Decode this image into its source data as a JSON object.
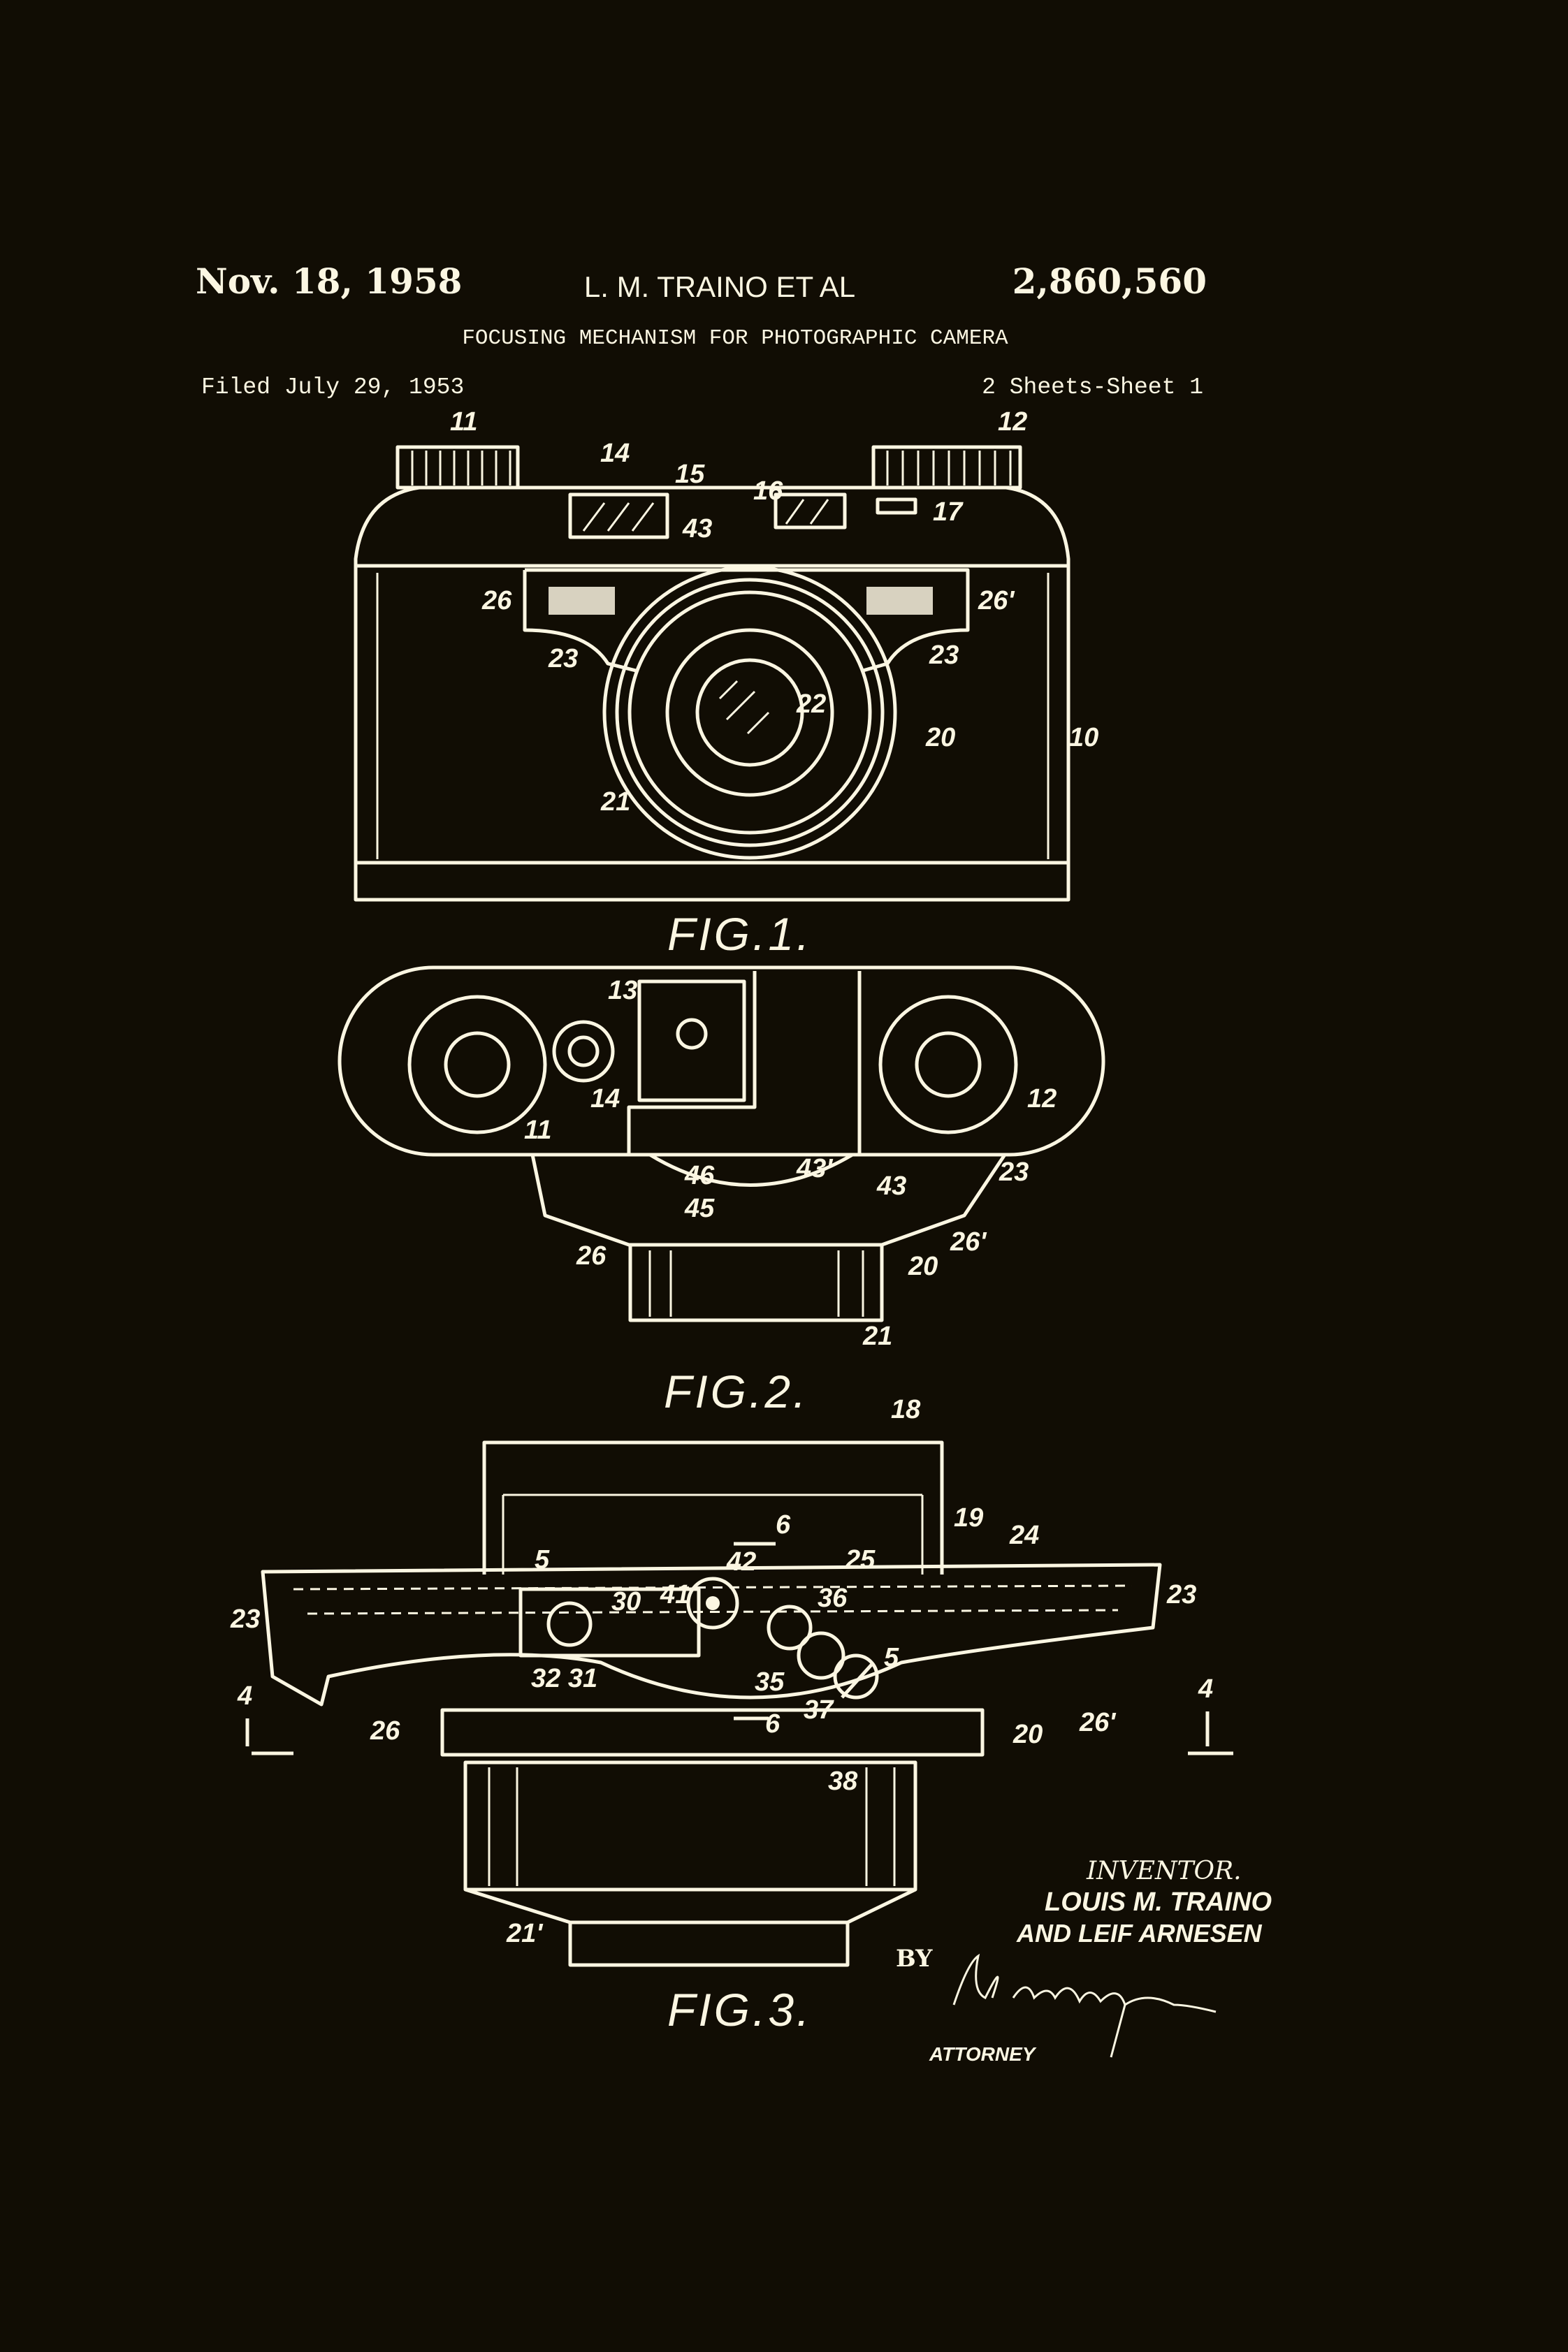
{
  "header": {
    "date": "Nov. 18, 1958",
    "inventor_short": "L. M. TRAINO  ET AL",
    "patent_number": "2,860,560",
    "title": "FOCUSING MECHANISM FOR PHOTOGRAPHIC CAMERA",
    "filed": "Filed July 29, 1953",
    "sheets": "2 Sheets-Sheet 1"
  },
  "figures": {
    "fig1": {
      "label": "FIG.1.",
      "numerals": [
        "11",
        "12",
        "14",
        "15",
        "16",
        "17",
        "43",
        "26",
        "26'",
        "23",
        "23",
        "22",
        "20",
        "10",
        "21"
      ]
    },
    "fig2": {
      "label": "FIG.2.",
      "numerals": [
        "13",
        "12",
        "11",
        "14",
        "46",
        "45",
        "43'",
        "43",
        "23",
        "26",
        "26'",
        "20",
        "21"
      ]
    },
    "fig3": {
      "label": "FIG.3.",
      "numerals": [
        "18",
        "19",
        "6",
        "24",
        "42",
        "25",
        "5",
        "23",
        "23",
        "30",
        "41",
        "36",
        "32 31",
        "35",
        "5",
        "37",
        "6",
        "4",
        "4",
        "26",
        "20",
        "26'",
        "38",
        "21'"
      ]
    }
  },
  "inventor_block": {
    "heading": "INVENTOR.",
    "line1": "LOUIS M. TRAINO",
    "line2": "AND LEIF  ARNESEN",
    "by": "BY",
    "role": "ATTORNEY",
    "signature": "B. Schlesinger"
  },
  "colors": {
    "background": "#110d04",
    "ink": "#fbf6e2"
  }
}
